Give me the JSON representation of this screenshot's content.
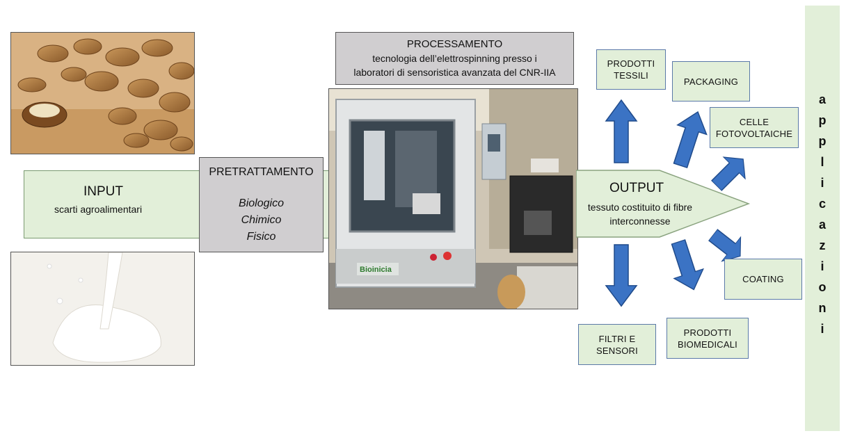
{
  "input": {
    "title": "INPUT",
    "subtitle": "scarti agroalimentari"
  },
  "pretrattamento": {
    "title": "PRETRATTAMENTO",
    "methods": [
      "Biologico",
      "Chimico",
      "Fisico"
    ]
  },
  "processamento": {
    "title": "PROCESSAMENTO",
    "line1": "tecnologia dell’elettrospinning presso i",
    "line2": "laboratori di sensoristica avanzata del CNR-IIA"
  },
  "output": {
    "title": "OUTPUT",
    "line1": "tessuto costituito di fibre",
    "line2": "interconnesse"
  },
  "applications": {
    "prodotti_tessili": [
      "PRODOTTI",
      "TESSILI"
    ],
    "packaging": [
      "PACKAGING"
    ],
    "celle_fotovoltaiche": [
      "CELLE",
      "FOTOVOLTAICHE"
    ],
    "coating": [
      "COATING"
    ],
    "prodotti_biomedicali": [
      "PRODOTTI",
      "BIOMEDICALI"
    ],
    "filtri_sensori": [
      "FILTRI E",
      "SENSORI"
    ]
  },
  "sidebar": {
    "letters": [
      "a",
      "p",
      "p",
      "l",
      "i",
      "c",
      "a",
      "z",
      "i",
      "o",
      "n",
      "i"
    ]
  },
  "machine": {
    "brand": "Bioinicia"
  },
  "colors": {
    "box_fill": "#e2efd9",
    "box_border": "#5a79a8",
    "arrow": "#3b73c4",
    "gray_box": "#d0ced0"
  }
}
